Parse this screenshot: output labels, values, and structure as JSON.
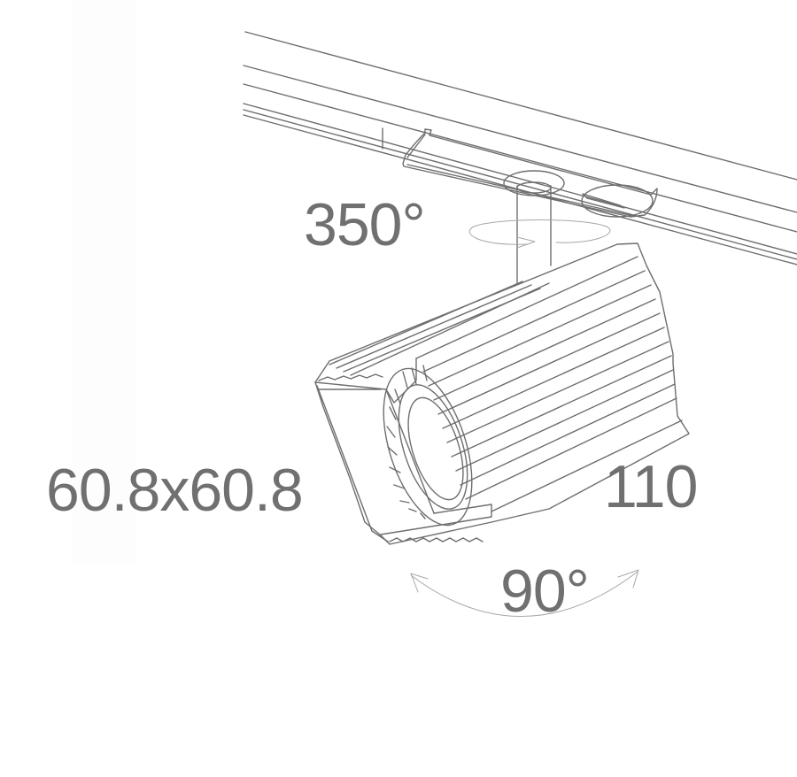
{
  "diagram": {
    "subject": "track spotlight with ribbed square housing",
    "line_color": "#6e6e6e",
    "arrow_color": "#a8a8a8",
    "text_color": "#707070"
  },
  "labels": {
    "rotation": "350°",
    "cross_section": "60.8x60.8",
    "length": "110",
    "tilt": "90°"
  }
}
